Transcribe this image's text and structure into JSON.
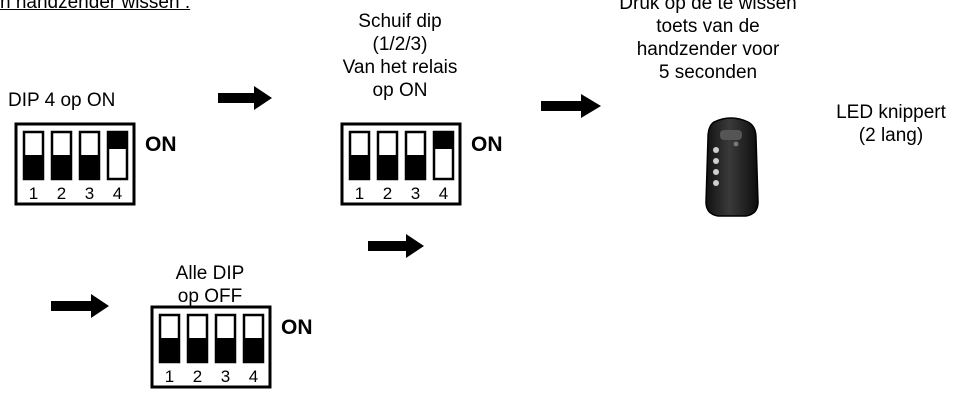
{
  "page": {
    "heading": "n handzender wissen :"
  },
  "steps": {
    "step1_label": "DIP 4 op ON",
    "step2_label": [
      "Schuif dip",
      "(1/2/3)",
      "Van het relais",
      "op ON"
    ],
    "step3_label": [
      "Druk op de te wissen",
      "toets van de",
      "handzender voor",
      "5 seconden"
    ],
    "step4_label": [
      "LED knippert",
      "(2 lang)"
    ],
    "step5_label": [
      "Alle  DIP",
      "op OFF"
    ]
  },
  "dip_switch": {
    "on_label": "ON",
    "numbers": [
      "1",
      "2",
      "3",
      "4"
    ]
  },
  "dip_settings": {
    "dip_a": [
      "OFF",
      "OFF",
      "OFF",
      "ON"
    ],
    "dip_b": [
      "OFF",
      "OFF",
      "OFF",
      "ON"
    ],
    "dip_c": [
      "OFF",
      "OFF",
      "OFF",
      "OFF"
    ]
  },
  "icons": {
    "arrow": "right-arrow-icon",
    "remote": "remote-control-icon"
  },
  "colors": {
    "ink": "#000000",
    "remote_body": "#2b2b2b"
  }
}
